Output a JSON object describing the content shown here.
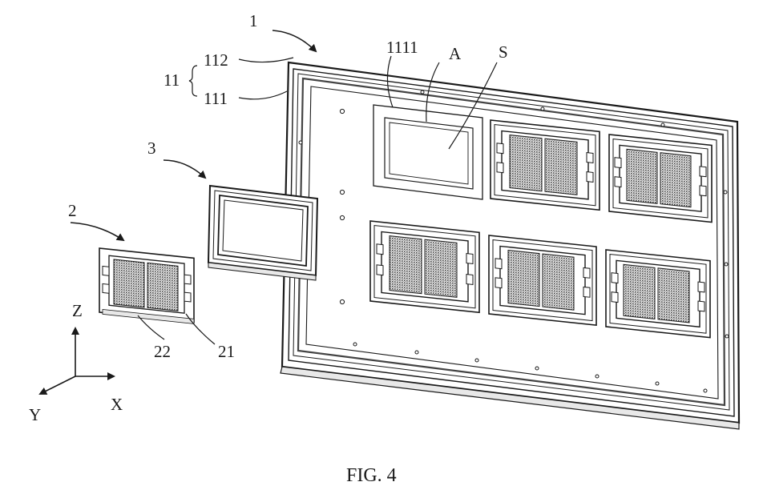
{
  "figure": {
    "caption": "FIG. 4",
    "reference_labels": {
      "ref_1": "1",
      "ref_11": "11",
      "ref_112": "112",
      "ref_111": "111",
      "ref_1111": "1111",
      "ref_A": "A",
      "ref_S": "S",
      "ref_3": "3",
      "ref_2": "2",
      "ref_22": "22",
      "ref_21": "21"
    },
    "axes": {
      "z": "Z",
      "x": "X",
      "y": "Y"
    }
  }
}
